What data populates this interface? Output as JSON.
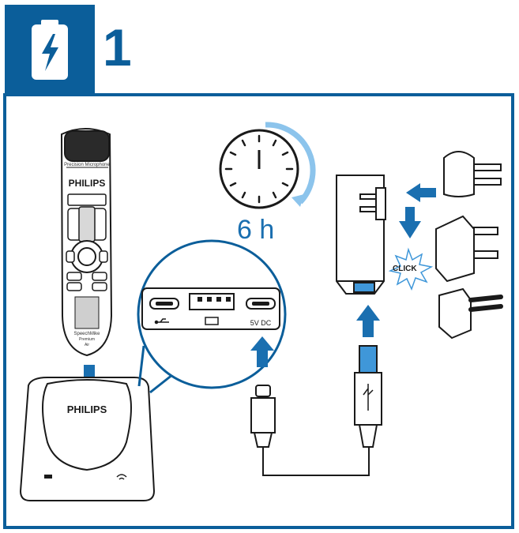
{
  "header": {
    "step_number": "1",
    "icon": "battery-charging-icon"
  },
  "colors": {
    "brand_blue": "#0b5e9a",
    "arrow_blue": "#1a6fb0",
    "accent_blue": "#3f97d9",
    "line": "#1a1a1a"
  },
  "microphone": {
    "brand": "PHILIPS",
    "caption": "Precision Microphone",
    "model_line1": "SpeechMike",
    "model_line2": "Premium",
    "model_line3": "Air"
  },
  "dock": {
    "brand": "PHILIPS"
  },
  "charge": {
    "time_label": "6 h"
  },
  "ports": {
    "dc_label": "5V DC"
  },
  "adapter": {
    "click_label": "CLICK"
  }
}
